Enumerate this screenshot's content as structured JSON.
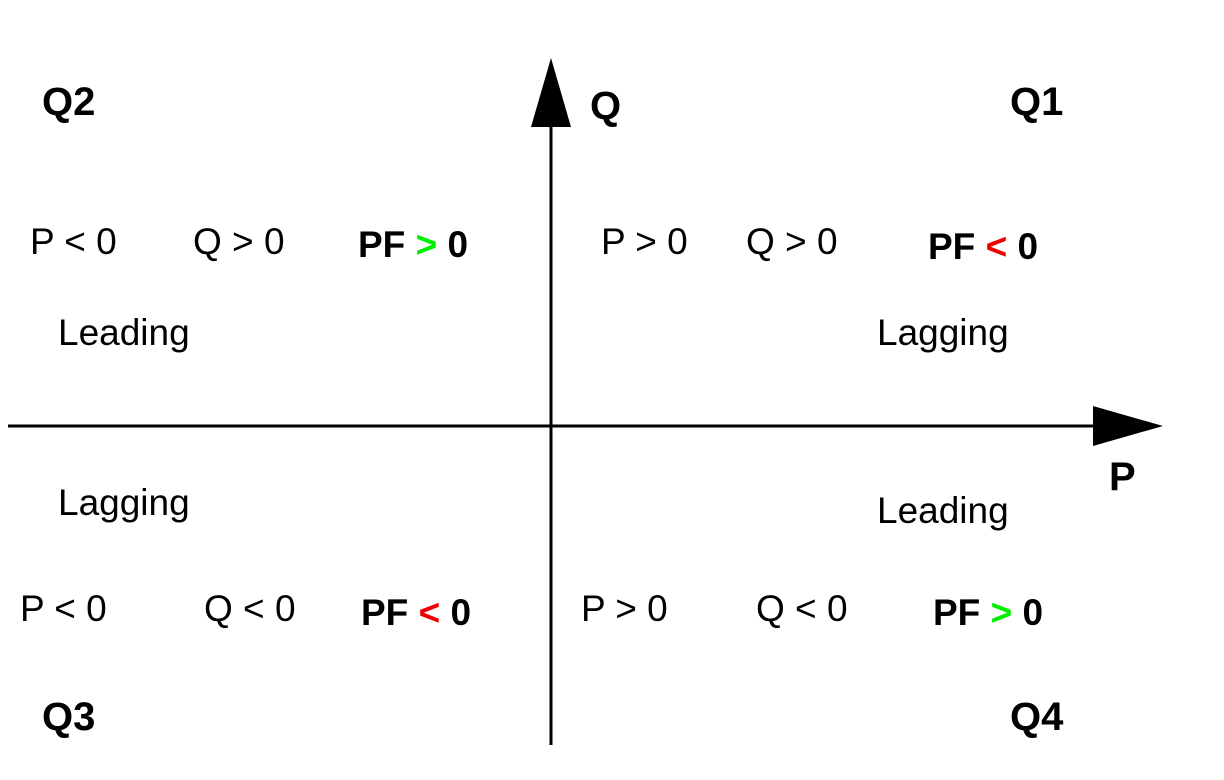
{
  "axes": {
    "x_label": "P",
    "y_label": "Q"
  },
  "colors": {
    "greater": "#00ee00",
    "less": "#ee0000",
    "text": "#000000"
  },
  "quadrants": {
    "q1": {
      "name": "Q1",
      "p_cond": "P > 0",
      "q_cond": "Q > 0",
      "pf_prefix": "PF",
      "pf_op": "<",
      "pf_suffix": "0",
      "type": "Lagging"
    },
    "q2": {
      "name": "Q2",
      "p_cond": "P < 0",
      "q_cond": "Q > 0",
      "pf_prefix": "PF",
      "pf_op": ">",
      "pf_suffix": "0",
      "type": "Leading"
    },
    "q3": {
      "name": "Q3",
      "p_cond": "P < 0",
      "q_cond": "Q < 0",
      "pf_prefix": "PF",
      "pf_op": "<",
      "pf_suffix": "0",
      "type": "Lagging"
    },
    "q4": {
      "name": "Q4",
      "p_cond": "P > 0",
      "q_cond": "Q < 0",
      "pf_prefix": "PF",
      "pf_op": ">",
      "pf_suffix": "0",
      "type": "Leading"
    }
  }
}
